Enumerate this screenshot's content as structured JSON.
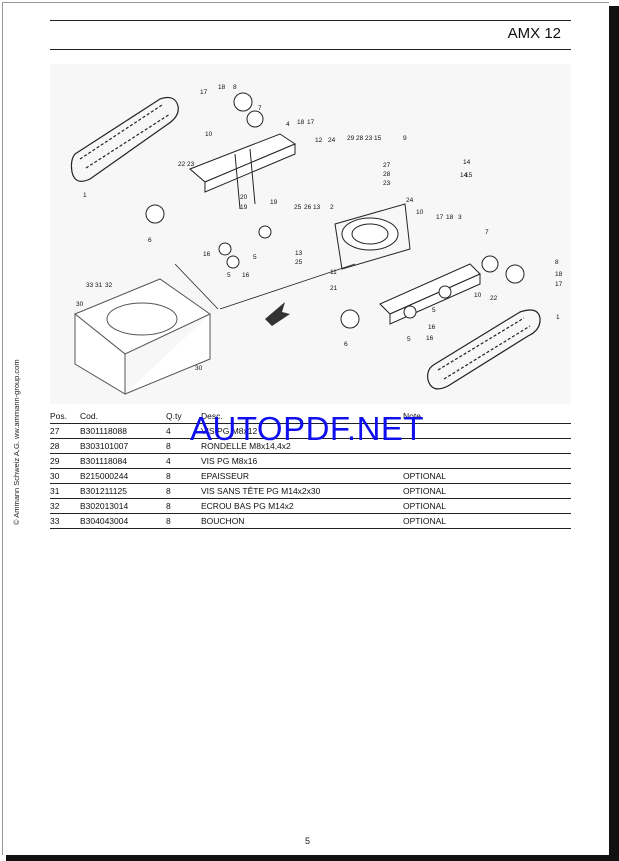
{
  "header": {
    "title": "AMX 12"
  },
  "side_copyright": "© Ammann Schweiz A.G. ww.ammann-group.com",
  "table": {
    "headers": [
      "Pos.",
      "Cod.",
      "Q.ty",
      "Desc.",
      "Note"
    ],
    "rows": [
      [
        "27",
        "B301118088",
        "4",
        "VIS PG M8x12",
        ""
      ],
      [
        "28",
        "B303101007",
        "8",
        "RONDELLE M8x14,4x2",
        ""
      ],
      [
        "29",
        "B301118084",
        "4",
        "VIS PG M8x16",
        ""
      ],
      [
        "30",
        "B215000244",
        "8",
        "EPAISSEUR",
        "OPTIONAL"
      ],
      [
        "31",
        "B301211125",
        "8",
        "VIS SANS TÊTE PG M14x2x30",
        "OPTIONAL"
      ],
      [
        "32",
        "B302013014",
        "8",
        "ECROU BAS PG M14x2",
        "OPTIONAL"
      ],
      [
        "33",
        "B304043004",
        "8",
        "BOUCHON",
        "OPTIONAL"
      ]
    ]
  },
  "diagram_labels": [
    "17",
    "18",
    "8",
    "7",
    "10",
    "4",
    "18",
    "17",
    "12",
    "24",
    "29",
    "28",
    "23",
    "15",
    "14",
    "9",
    "14",
    "15",
    "22",
    "23",
    "1",
    "27",
    "28",
    "23",
    "6",
    "20",
    "19",
    "19",
    "25",
    "26",
    "13",
    "2",
    "24",
    "10",
    "17",
    "18",
    "3",
    "7",
    "8",
    "18",
    "17",
    "16",
    "5",
    "5",
    "16",
    "13",
    "25",
    "11",
    "21",
    "5",
    "16",
    "22",
    "10",
    "6",
    "5",
    "16",
    "1",
    "33",
    "31",
    "32",
    "30",
    "30"
  ],
  "watermark": "AUTOPDF.NET",
  "footer": {
    "page_number": "5"
  }
}
